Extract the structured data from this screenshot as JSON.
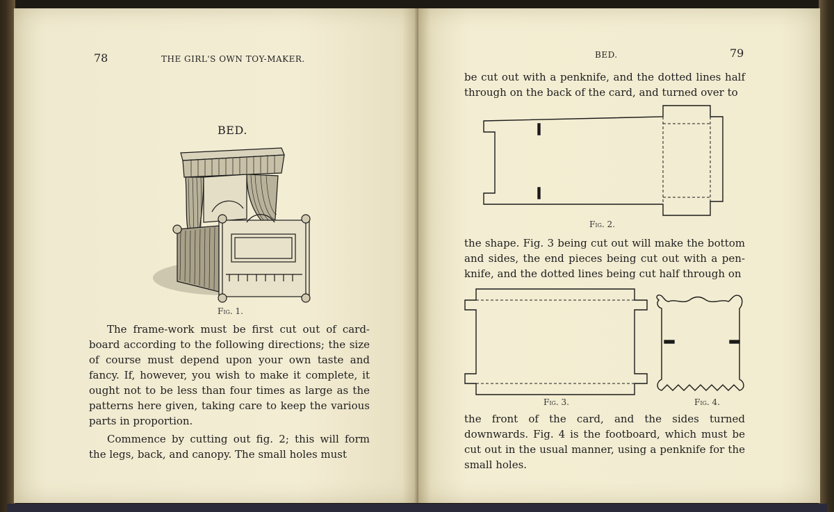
{
  "left_page": {
    "number": "78",
    "running_head": "THE GIRL'S OWN TOY-MAKER.",
    "section_title": "BED.",
    "fig1_caption": "Fig. 1.",
    "para1": "The frame-work must be first cut out of card-board according to the following directions; the size of course must depend upon your own taste and fancy. If, however, you wish to make it complete, it ought not to be less than four times as large as the patterns here given, taking care to keep the various parts in proportion.",
    "para2": "Commence by cutting out fig. 2; this will form the legs, back, and canopy. The small holes must"
  },
  "right_page": {
    "number": "79",
    "running_head": "BED.",
    "para1": "be cut out with a penknife, and the dotted lines half through on the back of the card, and turned over to",
    "fig2_caption": "Fig. 2.",
    "para2": "the shape. Fig. 3 being cut out will make the bottom and sides, the end pieces being cut out with a pen-knife, and the dotted lines being cut half through on",
    "fig3_caption": "Fig. 3.",
    "fig4_caption": "Fig. 4.",
    "para3": "the front of the card, and the sides turned downwards. Fig. 4 is the footboard, which must be cut out in the usual manner, using a penknife for the small holes."
  }
}
